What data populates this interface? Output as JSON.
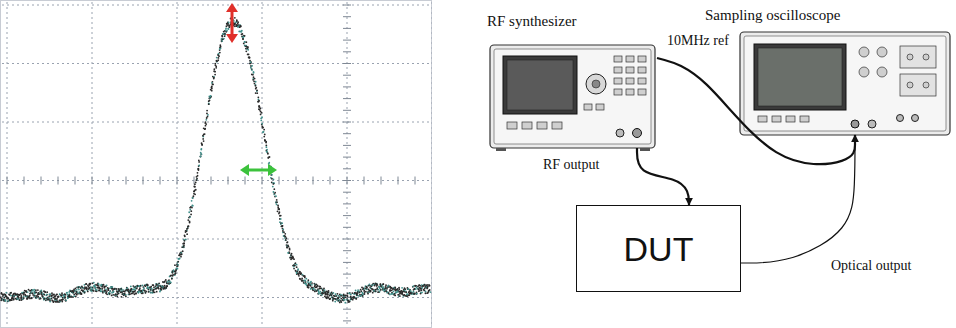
{
  "diagram": {
    "nodes": [
      {
        "text": [
          "RF synthesizer"
        ]
      },
      {
        "text": [
          "Sampling oscilloscope"
        ]
      },
      {
        "text": [
          "DUT"
        ]
      }
    ],
    "edges": [
      {
        "from": 0,
        "to": 1,
        "label": "10MHz ref",
        "arrow": "to"
      },
      {
        "from": 0,
        "to": 2,
        "label": "RF output",
        "arrow": "to"
      },
      {
        "from": 2,
        "to": 1,
        "label": "Optical output",
        "arrow": "none"
      }
    ]
  }
}
